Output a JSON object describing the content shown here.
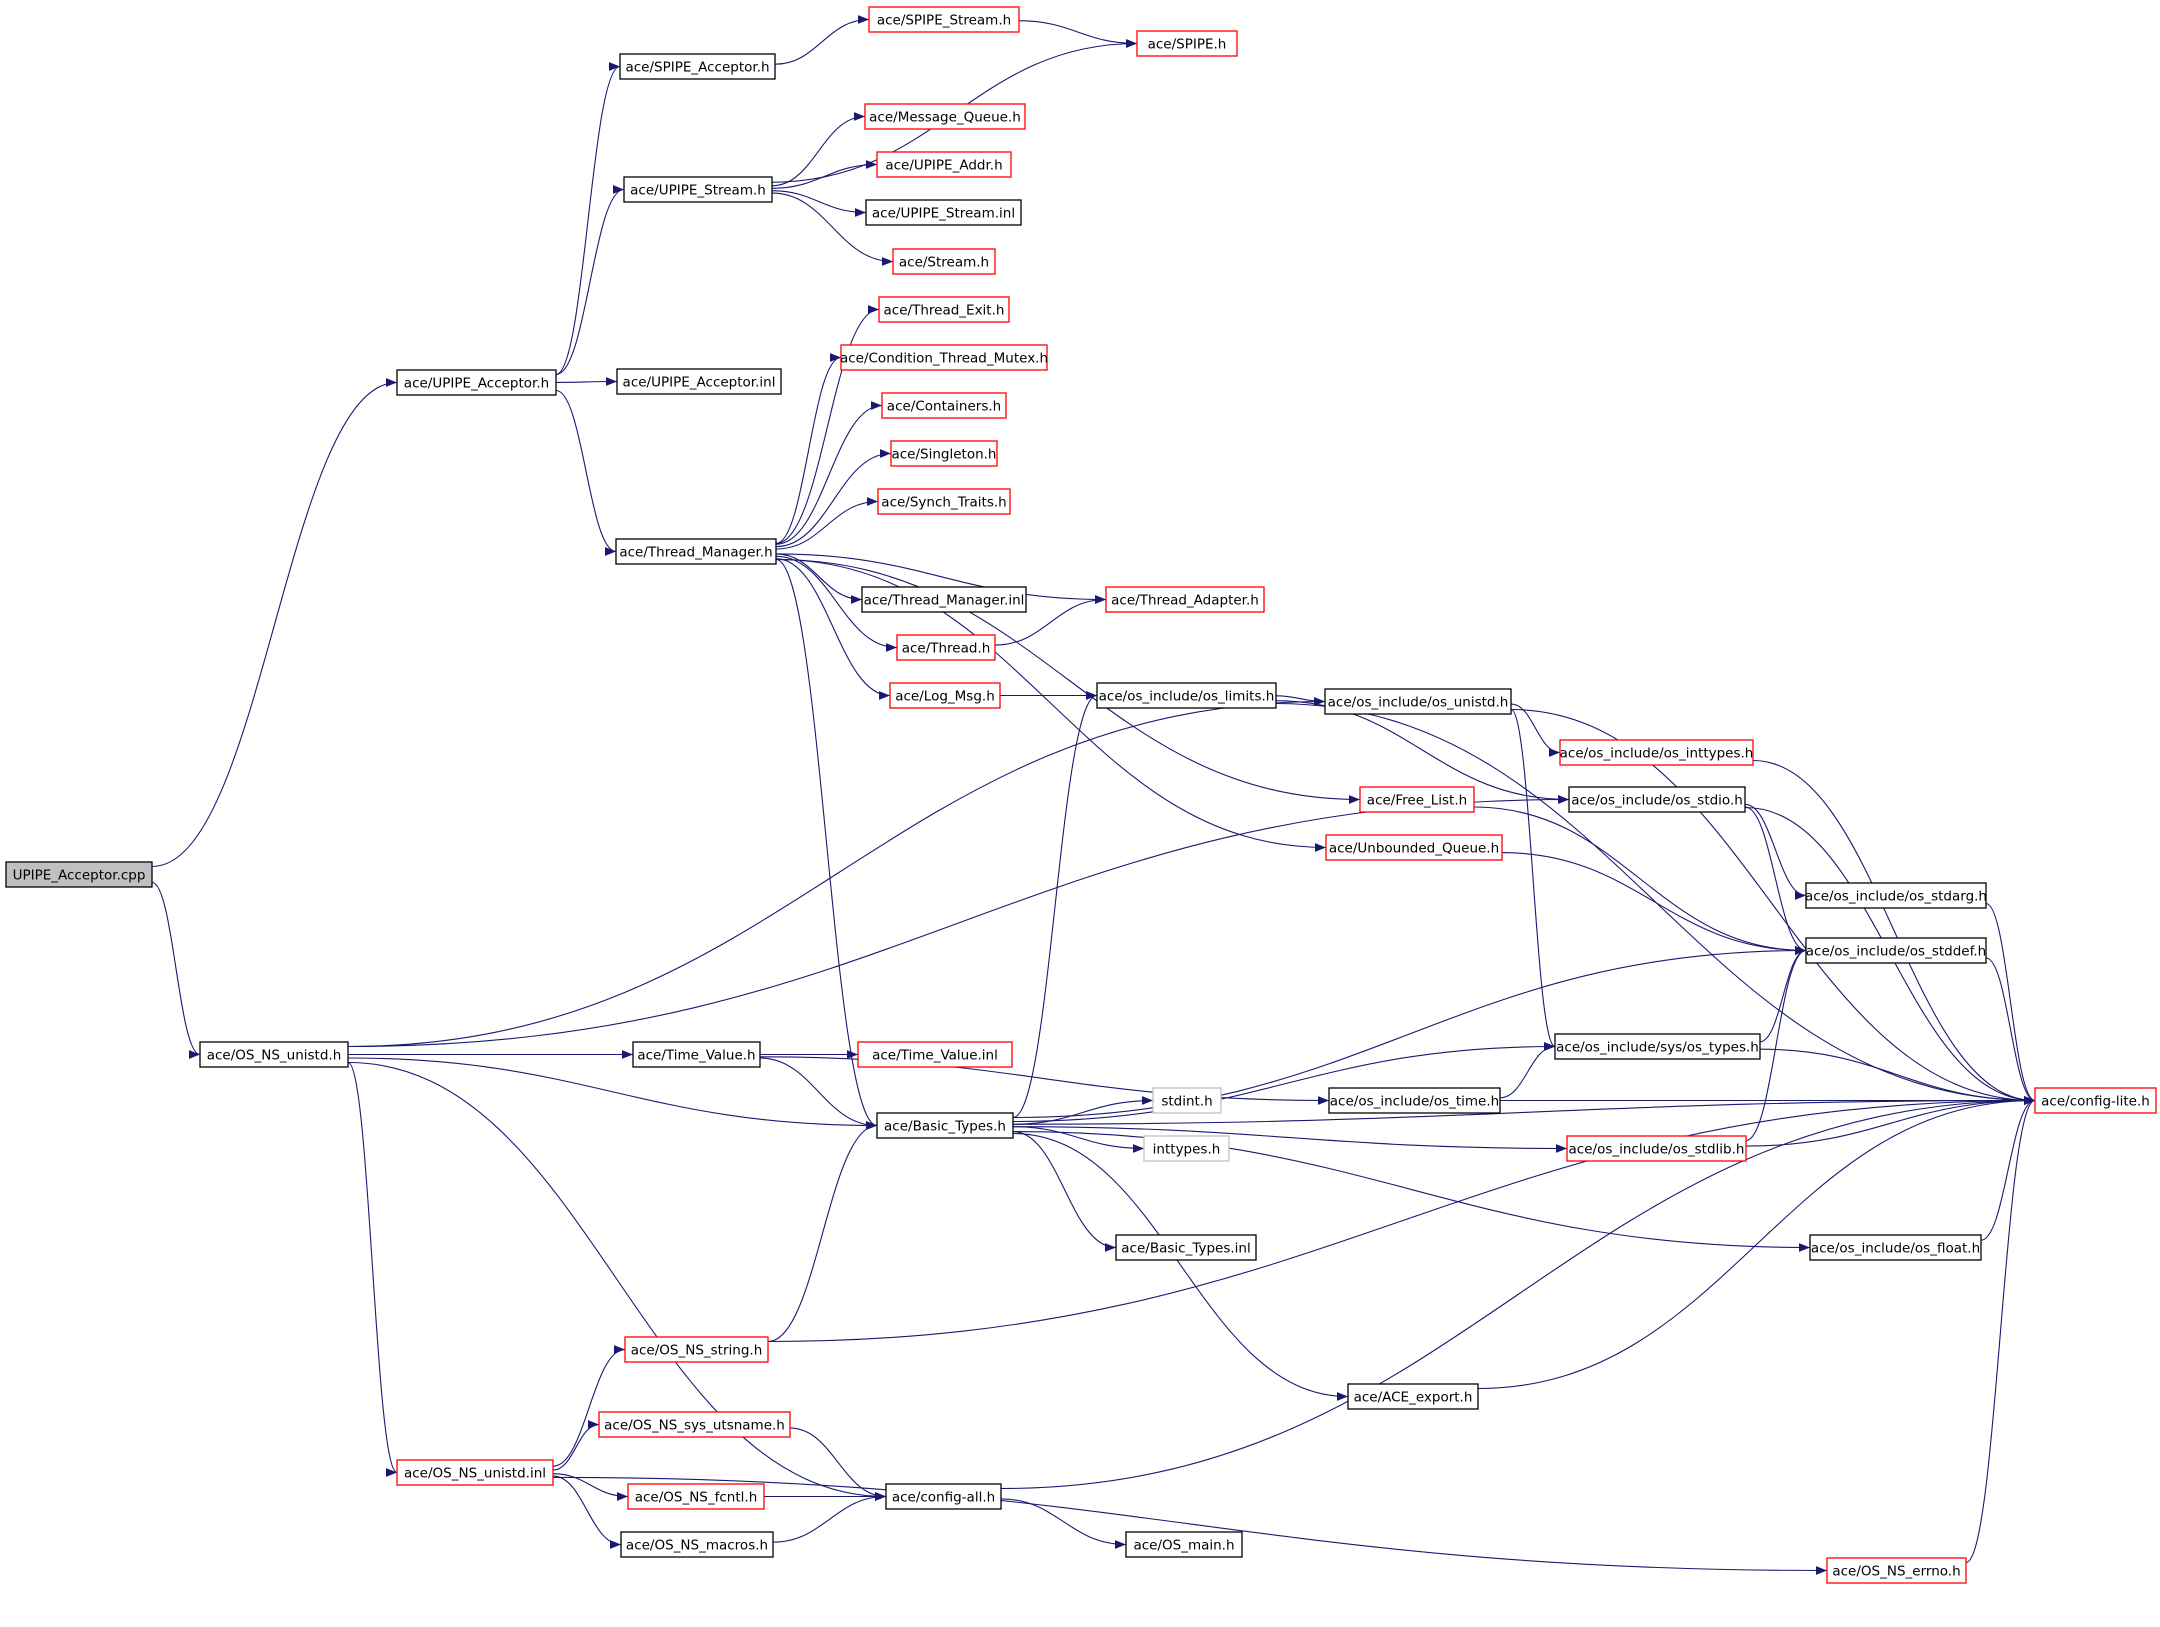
{
  "colors": {
    "edge": "#191970",
    "focus_fill": "#c0c0c0",
    "black_border": "#000000",
    "red_border": "#ff0000",
    "gray_border": "#bfbfbf"
  },
  "nodes": [
    {
      "id": "root",
      "label": "UPIPE_Acceptor.cpp",
      "style": "focus"
    },
    {
      "id": "upipe_acc_h",
      "label": "ace/UPIPE_Acceptor.h",
      "style": "black"
    },
    {
      "id": "os_ns_unistd_h",
      "label": "ace/OS_NS_unistd.h",
      "style": "black"
    },
    {
      "id": "spipe_acc_h",
      "label": "ace/SPIPE_Acceptor.h",
      "style": "black"
    },
    {
      "id": "spipe_stream_h",
      "label": "ace/SPIPE_Stream.h",
      "style": "red"
    },
    {
      "id": "spipe_h",
      "label": "ace/SPIPE.h",
      "style": "red"
    },
    {
      "id": "msg_queue_h",
      "label": "ace/Message_Queue.h",
      "style": "red"
    },
    {
      "id": "upipe_stream_h",
      "label": "ace/UPIPE_Stream.h",
      "style": "black"
    },
    {
      "id": "upipe_addr_h",
      "label": "ace/UPIPE_Addr.h",
      "style": "red"
    },
    {
      "id": "upipe_stream_inl",
      "label": "ace/UPIPE_Stream.inl",
      "style": "black"
    },
    {
      "id": "stream_h",
      "label": "ace/Stream.h",
      "style": "red"
    },
    {
      "id": "thread_exit_h",
      "label": "ace/Thread_Exit.h",
      "style": "red"
    },
    {
      "id": "cond_mutex_h",
      "label": "ace/Condition_Thread_Mutex.h",
      "style": "red"
    },
    {
      "id": "containers_h",
      "label": "ace/Containers.h",
      "style": "red"
    },
    {
      "id": "singleton_h",
      "label": "ace/Singleton.h",
      "style": "red"
    },
    {
      "id": "synch_traits_h",
      "label": "ace/Synch_Traits.h",
      "style": "red"
    },
    {
      "id": "upipe_acc_inl",
      "label": "ace/UPIPE_Acceptor.inl",
      "style": "black"
    },
    {
      "id": "thread_mgr_h",
      "label": "ace/Thread_Manager.h",
      "style": "black"
    },
    {
      "id": "thread_mgr_inl",
      "label": "ace/Thread_Manager.inl",
      "style": "black"
    },
    {
      "id": "thread_adapter_h",
      "label": "ace/Thread_Adapter.h",
      "style": "red"
    },
    {
      "id": "thread_h",
      "label": "ace/Thread.h",
      "style": "red"
    },
    {
      "id": "log_msg_h",
      "label": "ace/Log_Msg.h",
      "style": "red"
    },
    {
      "id": "os_limits_h",
      "label": "ace/os_include/os_limits.h",
      "style": "black"
    },
    {
      "id": "os_unistd_h",
      "label": "ace/os_include/os_unistd.h",
      "style": "black"
    },
    {
      "id": "os_inttypes_h",
      "label": "ace/os_include/os_inttypes.h",
      "style": "red"
    },
    {
      "id": "free_list_h",
      "label": "ace/Free_List.h",
      "style": "red"
    },
    {
      "id": "os_stdio_h",
      "label": "ace/os_include/os_stdio.h",
      "style": "black"
    },
    {
      "id": "unbounded_q_h",
      "label": "ace/Unbounded_Queue.h",
      "style": "red"
    },
    {
      "id": "os_stdarg_h",
      "label": "ace/os_include/os_stdarg.h",
      "style": "black"
    },
    {
      "id": "os_stddef_h",
      "label": "ace/os_include/os_stddef.h",
      "style": "black"
    },
    {
      "id": "time_value_h",
      "label": "ace/Time_Value.h",
      "style": "black"
    },
    {
      "id": "time_value_inl",
      "label": "ace/Time_Value.inl",
      "style": "red"
    },
    {
      "id": "sys_types_h",
      "label": "ace/os_include/sys/os_types.h",
      "style": "black"
    },
    {
      "id": "os_time_h",
      "label": "ace/os_include/os_time.h",
      "style": "black"
    },
    {
      "id": "config_lite_h",
      "label": "ace/config-lite.h",
      "style": "red"
    },
    {
      "id": "basic_types_h",
      "label": "ace/Basic_Types.h",
      "style": "black"
    },
    {
      "id": "stdint_h",
      "label": "stdint.h",
      "style": "gray"
    },
    {
      "id": "inttypes_h",
      "label": "inttypes.h",
      "style": "gray"
    },
    {
      "id": "os_stdlib_h",
      "label": "ace/os_include/os_stdlib.h",
      "style": "red"
    },
    {
      "id": "basic_types_inl",
      "label": "ace/Basic_Types.inl",
      "style": "black"
    },
    {
      "id": "os_float_h",
      "label": "ace/os_include/os_float.h",
      "style": "black"
    },
    {
      "id": "os_ns_string_h",
      "label": "ace/OS_NS_string.h",
      "style": "red"
    },
    {
      "id": "ace_export_h",
      "label": "ace/ACE_export.h",
      "style": "black"
    },
    {
      "id": "os_ns_unistd_inl",
      "label": "ace/OS_NS_unistd.inl",
      "style": "red"
    },
    {
      "id": "os_ns_sys_utsname_h",
      "label": "ace/OS_NS_sys_utsname.h",
      "style": "red"
    },
    {
      "id": "os_ns_fcntl_h",
      "label": "ace/OS_NS_fcntl.h",
      "style": "red"
    },
    {
      "id": "config_all_h",
      "label": "ace/config-all.h",
      "style": "black"
    },
    {
      "id": "os_ns_macros_h",
      "label": "ace/OS_NS_macros.h",
      "style": "black"
    },
    {
      "id": "os_main_h",
      "label": "ace/OS_main.h",
      "style": "black"
    },
    {
      "id": "os_ns_errno_h",
      "label": "ace/OS_NS_errno.h",
      "style": "red"
    }
  ],
  "edges": [
    [
      "root",
      "upipe_acc_h"
    ],
    [
      "root",
      "os_ns_unistd_h"
    ],
    [
      "upipe_acc_h",
      "spipe_acc_h"
    ],
    [
      "upipe_acc_h",
      "upipe_stream_h"
    ],
    [
      "upipe_acc_h",
      "upipe_acc_inl"
    ],
    [
      "upipe_acc_h",
      "thread_mgr_h"
    ],
    [
      "spipe_acc_h",
      "spipe_stream_h"
    ],
    [
      "spipe_stream_h",
      "spipe_h"
    ],
    [
      "upipe_stream_h",
      "spipe_h"
    ],
    [
      "upipe_stream_h",
      "msg_queue_h"
    ],
    [
      "upipe_stream_h",
      "upipe_addr_h"
    ],
    [
      "upipe_stream_h",
      "upipe_stream_inl"
    ],
    [
      "upipe_stream_h",
      "stream_h"
    ],
    [
      "thread_mgr_h",
      "thread_exit_h"
    ],
    [
      "thread_mgr_h",
      "cond_mutex_h"
    ],
    [
      "thread_mgr_h",
      "containers_h"
    ],
    [
      "thread_mgr_h",
      "singleton_h"
    ],
    [
      "thread_mgr_h",
      "synch_traits_h"
    ],
    [
      "thread_mgr_h",
      "thread_mgr_inl"
    ],
    [
      "thread_mgr_h",
      "thread_adapter_h"
    ],
    [
      "thread_mgr_h",
      "thread_h"
    ],
    [
      "thread_mgr_h",
      "log_msg_h"
    ],
    [
      "thread_mgr_h",
      "free_list_h"
    ],
    [
      "thread_mgr_h",
      "unbounded_q_h"
    ],
    [
      "thread_mgr_h",
      "basic_types_h"
    ],
    [
      "thread_h",
      "thread_adapter_h"
    ],
    [
      "log_msg_h",
      "os_limits_h"
    ],
    [
      "os_limits_h",
      "os_unistd_h"
    ],
    [
      "os_limits_h",
      "config_lite_h"
    ],
    [
      "os_limits_h",
      "os_stdio_h"
    ],
    [
      "os_unistd_h",
      "os_inttypes_h"
    ],
    [
      "os_unistd_h",
      "config_lite_h"
    ],
    [
      "os_unistd_h",
      "sys_types_h"
    ],
    [
      "os_inttypes_h",
      "config_lite_h"
    ],
    [
      "free_list_h",
      "os_stddef_h"
    ],
    [
      "unbounded_q_h",
      "os_stddef_h"
    ],
    [
      "os_stdio_h",
      "os_stdarg_h"
    ],
    [
      "os_stdio_h",
      "os_stddef_h"
    ],
    [
      "os_stdio_h",
      "config_lite_h"
    ],
    [
      "os_stdarg_h",
      "config_lite_h"
    ],
    [
      "os_stddef_h",
      "config_lite_h"
    ],
    [
      "sys_types_h",
      "os_stddef_h"
    ],
    [
      "sys_types_h",
      "config_lite_h"
    ],
    [
      "os_time_h",
      "sys_types_h"
    ],
    [
      "os_time_h",
      "config_lite_h"
    ],
    [
      "os_ns_unistd_h",
      "os_unistd_h"
    ],
    [
      "os_ns_unistd_h",
      "os_stdio_h"
    ],
    [
      "os_ns_unistd_h",
      "time_value_h"
    ],
    [
      "os_ns_unistd_h",
      "basic_types_h"
    ],
    [
      "os_ns_unistd_h",
      "config_all_h"
    ],
    [
      "os_ns_unistd_h",
      "os_ns_unistd_inl"
    ],
    [
      "time_value_h",
      "time_value_inl"
    ],
    [
      "time_value_h",
      "basic_types_h"
    ],
    [
      "time_value_h",
      "os_time_h"
    ],
    [
      "basic_types_h",
      "os_limits_h"
    ],
    [
      "basic_types_h",
      "os_stddef_h"
    ],
    [
      "basic_types_h",
      "sys_types_h"
    ],
    [
      "basic_types_h",
      "stdint_h"
    ],
    [
      "basic_types_h",
      "inttypes_h"
    ],
    [
      "basic_types_h",
      "os_stdlib_h"
    ],
    [
      "basic_types_h",
      "basic_types_inl"
    ],
    [
      "basic_types_h",
      "os_float_h"
    ],
    [
      "basic_types_h",
      "config_lite_h"
    ],
    [
      "basic_types_h",
      "ace_export_h"
    ],
    [
      "os_stdlib_h",
      "os_stddef_h"
    ],
    [
      "os_stdlib_h",
      "config_lite_h"
    ],
    [
      "os_float_h",
      "config_lite_h"
    ],
    [
      "ace_export_h",
      "config_lite_h"
    ],
    [
      "os_ns_string_h",
      "basic_types_h"
    ],
    [
      "os_ns_string_h",
      "config_lite_h"
    ],
    [
      "os_ns_unistd_inl",
      "os_ns_string_h"
    ],
    [
      "os_ns_unistd_inl",
      "os_ns_sys_utsname_h"
    ],
    [
      "os_ns_unistd_inl",
      "os_ns_fcntl_h"
    ],
    [
      "os_ns_unistd_inl",
      "os_ns_macros_h"
    ],
    [
      "os_ns_unistd_inl",
      "os_ns_errno_h"
    ],
    [
      "os_ns_sys_utsname_h",
      "config_all_h"
    ],
    [
      "os_ns_fcntl_h",
      "config_all_h"
    ],
    [
      "os_ns_macros_h",
      "config_all_h"
    ],
    [
      "config_all_h",
      "config_lite_h"
    ],
    [
      "config_all_h",
      "os_main_h"
    ],
    [
      "os_ns_errno_h",
      "config_lite_h"
    ]
  ]
}
